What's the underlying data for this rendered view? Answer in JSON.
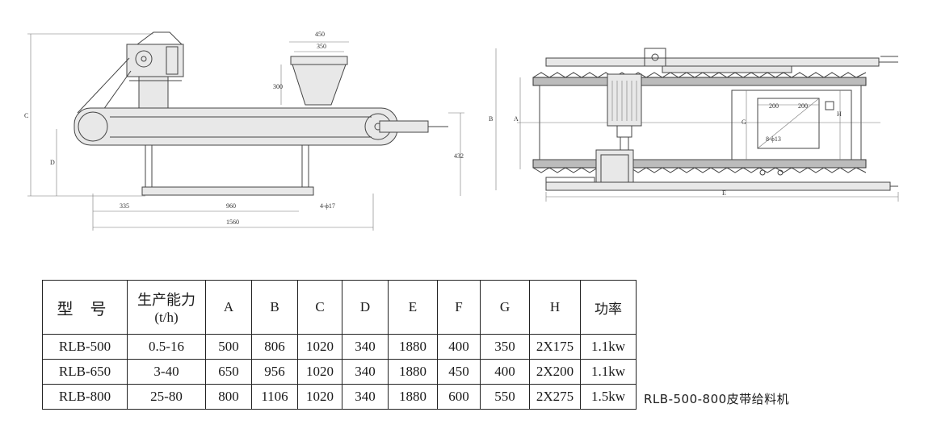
{
  "left_view": {
    "dims": {
      "hopper_top": "450",
      "hopper_inner": "350",
      "hopper_height": "300",
      "c_label": "C",
      "d_label": "D",
      "height_432": "432",
      "len_335": "335",
      "len_960": "960",
      "bolt": "4-ϕ17",
      "total_len": "1560"
    }
  },
  "right_view": {
    "dims": {
      "b_label": "B",
      "a_label": "A",
      "g_label": "G",
      "h_label": "H",
      "e_label": "E",
      "w200a": "200",
      "w200b": "200",
      "hole": "8-ϕ13"
    }
  },
  "table": {
    "headers": {
      "model": "型 号",
      "capacity": "生产能力",
      "capacity_unit": "(t/h)",
      "a": "A",
      "b": "B",
      "c": "C",
      "d": "D",
      "e": "E",
      "f": "F",
      "g": "G",
      "h": "H",
      "power": "功率"
    },
    "rows": [
      {
        "model": "RLB-500",
        "capacity": "0.5-16",
        "a": "500",
        "b": "806",
        "c": "1020",
        "d": "340",
        "e": "1880",
        "f": "400",
        "g": "350",
        "h": "2X175",
        "power": "1.1kw"
      },
      {
        "model": "RLB-650",
        "capacity": "3-40",
        "a": "650",
        "b": "956",
        "c": "1020",
        "d": "340",
        "e": "1880",
        "f": "450",
        "g": "400",
        "h": "2X200",
        "power": "1.1kw"
      },
      {
        "model": "RLB-800",
        "capacity": "25-80",
        "a": "800",
        "b": "1106",
        "c": "1020",
        "d": "340",
        "e": "1880",
        "f": "600",
        "g": "550",
        "h": "2X275",
        "power": "1.5kw"
      }
    ]
  },
  "caption": "RLB-500-800皮带给料机"
}
